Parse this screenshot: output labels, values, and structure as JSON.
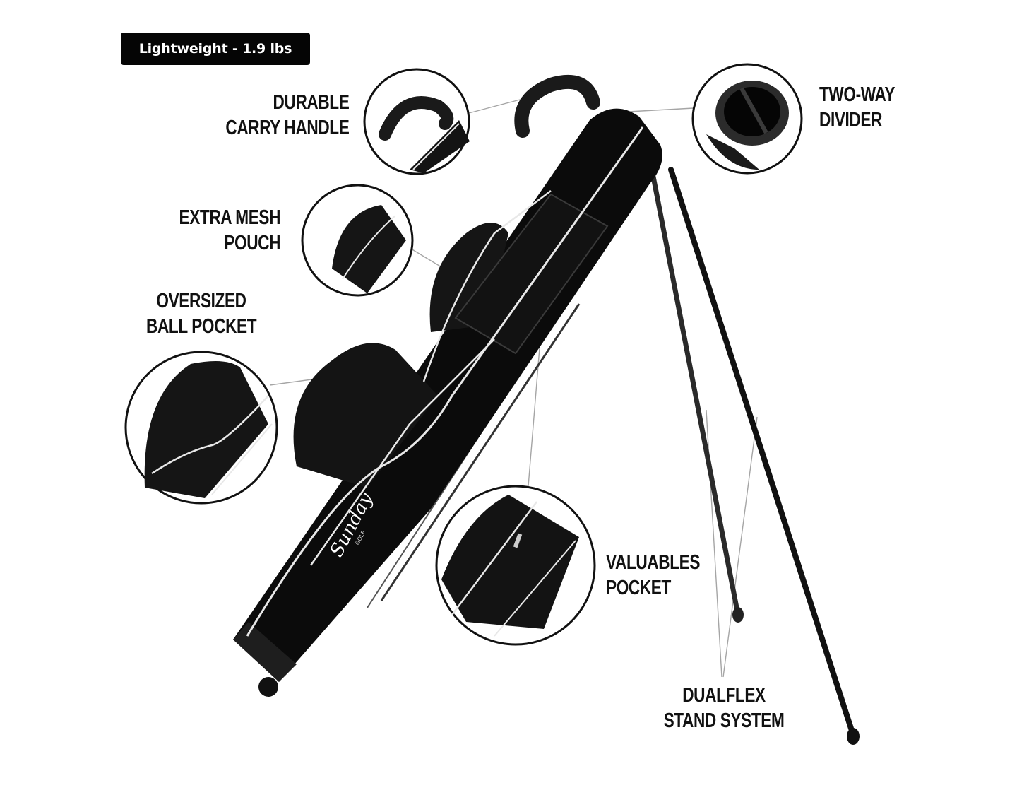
{
  "badge": {
    "text": "Lightweight - 1.9 lbs"
  },
  "product": {
    "brand_logo": "Sunday",
    "brand_sub": "GOLF"
  },
  "callouts": [
    {
      "id": "carry-handle",
      "lines": [
        "DURABLE",
        "CARRY HANDLE"
      ]
    },
    {
      "id": "two-way-divider",
      "lines": [
        "TWO-WAY",
        "DIVIDER"
      ]
    },
    {
      "id": "mesh-pouch",
      "lines": [
        "EXTRA MESH",
        "POUCH"
      ]
    },
    {
      "id": "ball-pocket",
      "lines": [
        "OVERSIZED",
        "BALL POCKET"
      ]
    },
    {
      "id": "valuables-pocket",
      "lines": [
        "VALUABLES",
        "POCKET"
      ]
    },
    {
      "id": "stand-system",
      "lines": [
        "DUALFLEX",
        "STAND SYSTEM"
      ]
    }
  ],
  "colors": {
    "bag": "#0b0b0b",
    "piping": "#e8e8e8",
    "leader": "#9a9a9a",
    "circle_stroke": "#111111"
  }
}
